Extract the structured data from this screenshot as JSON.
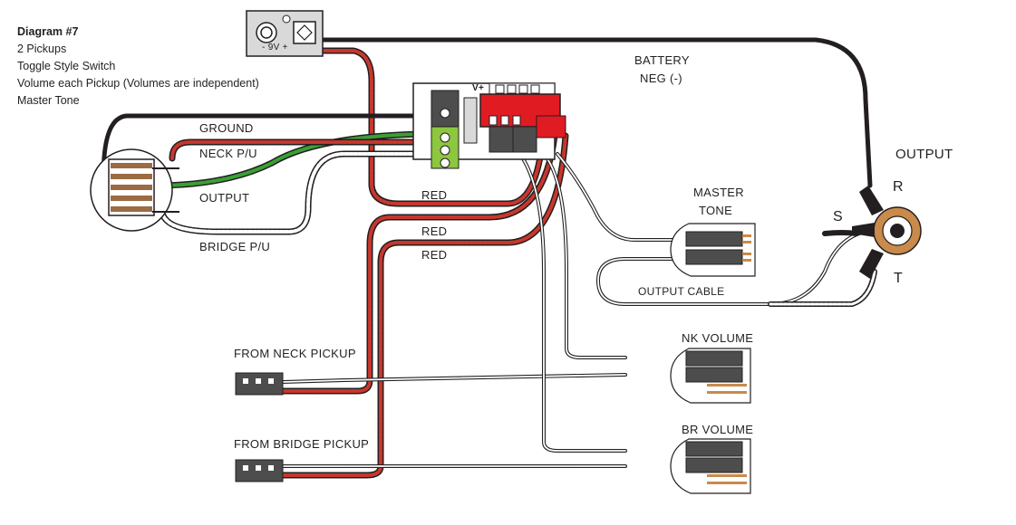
{
  "info": {
    "title": "Diagram #7",
    "lines": [
      "2 Pickups",
      "Toggle Style Switch",
      "Volume each Pickup (Volumes are independent)",
      "Master Tone"
    ]
  },
  "labels": {
    "ground": "GROUND",
    "neck_pu": "NECK P/U",
    "output_wire": "OUTPUT",
    "bridge_pu": "BRIDGE P/U",
    "red1": "RED",
    "red2": "RED",
    "red3": "RED",
    "battery_line1": "BATTERY",
    "battery_line2": "NEG (-)",
    "battery_clip": "- 9V +",
    "master_tone_line1": "MASTER",
    "master_tone_line2": "TONE",
    "output_cable": "OUTPUT CABLE",
    "output": "OUTPUT",
    "nk_volume": "NK VOLUME",
    "br_volume": "BR VOLUME",
    "from_neck": "FROM NECK PICKUP",
    "from_bridge": "FROM BRIDGE PICKUP",
    "board_v": "V+",
    "jack_r": "R",
    "jack_s": "S",
    "jack_t": "T"
  },
  "colors": {
    "red_wire": "#c8372d",
    "black_wire": "#231f20",
    "green_wire": "#3aa035",
    "white_wire": "#ffffff",
    "connector_red": "#e11b22",
    "terminal_green": "#8dc63f",
    "switch_brown": "#9b6b43",
    "jack_orange": "#c98a4b"
  }
}
